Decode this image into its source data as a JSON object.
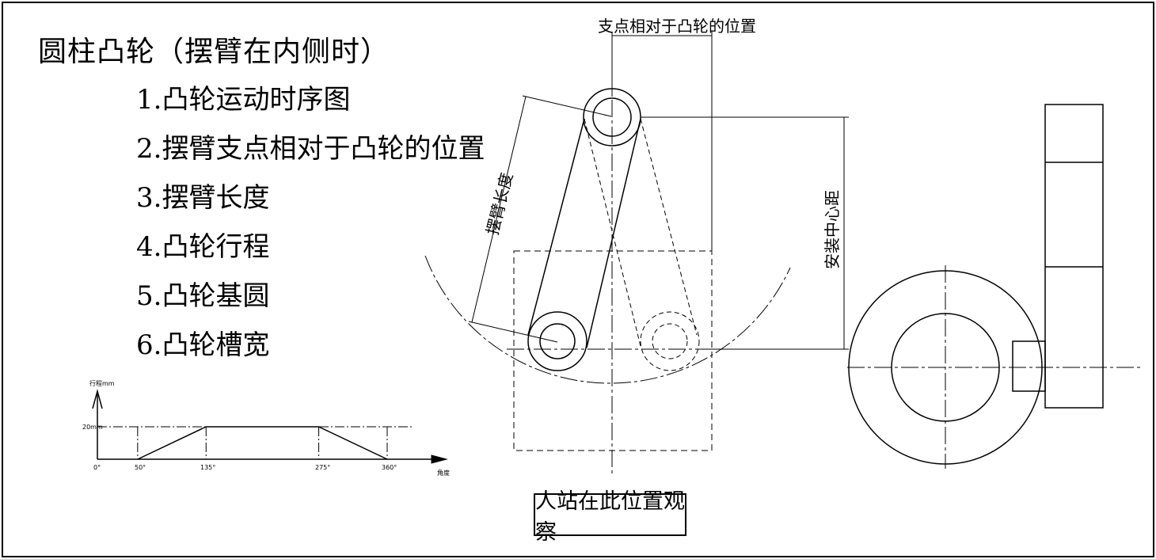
{
  "title": "圆柱凸轮（摆臂在内侧时）",
  "list_items": [
    "1.凸轮运动时序图",
    "2.摆臂支点相对于凸轮的位置",
    "3.摆臂长度",
    "4.凸轮行程",
    "5.凸轮基圆",
    "6.凸轮槽宽"
  ],
  "drawing_labels": {
    "pivot_position": "支点相对于凸轮的位置",
    "arm_length": "摆臂长度",
    "install_center_distance": "安装中心距",
    "observer": "人站在此位置观察"
  },
  "chart_data": {
    "type": "line",
    "title": "",
    "xlabel": "角度",
    "ylabel": "行程mm",
    "x_ticks": [
      "0°",
      "50°",
      "135°",
      "275°",
      "360°"
    ],
    "y_ticks": [
      "20mm"
    ],
    "xlim": [
      0,
      360
    ],
    "ylim": [
      0,
      20
    ],
    "series": [
      {
        "x": [
          50,
          135,
          275,
          360
        ],
        "y": [
          0,
          20,
          20,
          0
        ]
      }
    ]
  }
}
